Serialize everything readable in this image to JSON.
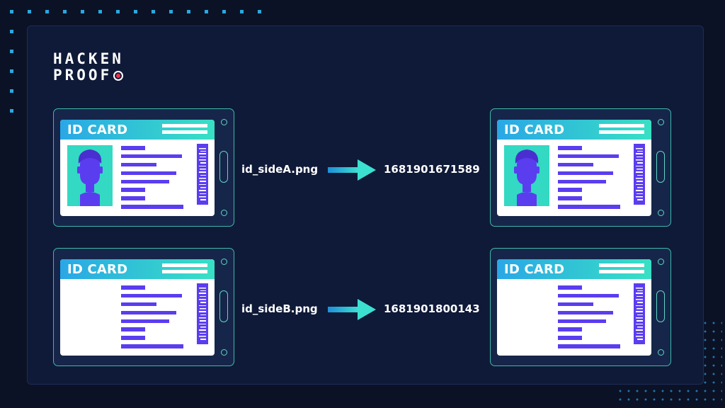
{
  "logo": {
    "line1": "HACKEN",
    "line2": "PROOF"
  },
  "card_label": "ID CARD",
  "rows": [
    {
      "filename": "id_sideA.png",
      "hash": "1681901671589",
      "side": "front"
    },
    {
      "filename": "id_sideB.png",
      "hash": "1681901800143",
      "side": "back"
    }
  ],
  "colors": {
    "background": "#0b1226",
    "panel": "#0f1a38",
    "card_header_start": "#2aa7e6",
    "card_header_end": "#38e0c4",
    "lines": "#5b3df0",
    "photo_bg": "#33d9c2",
    "holder_border": "#3fb8a8",
    "logo_accent": "#ff2e4d"
  }
}
